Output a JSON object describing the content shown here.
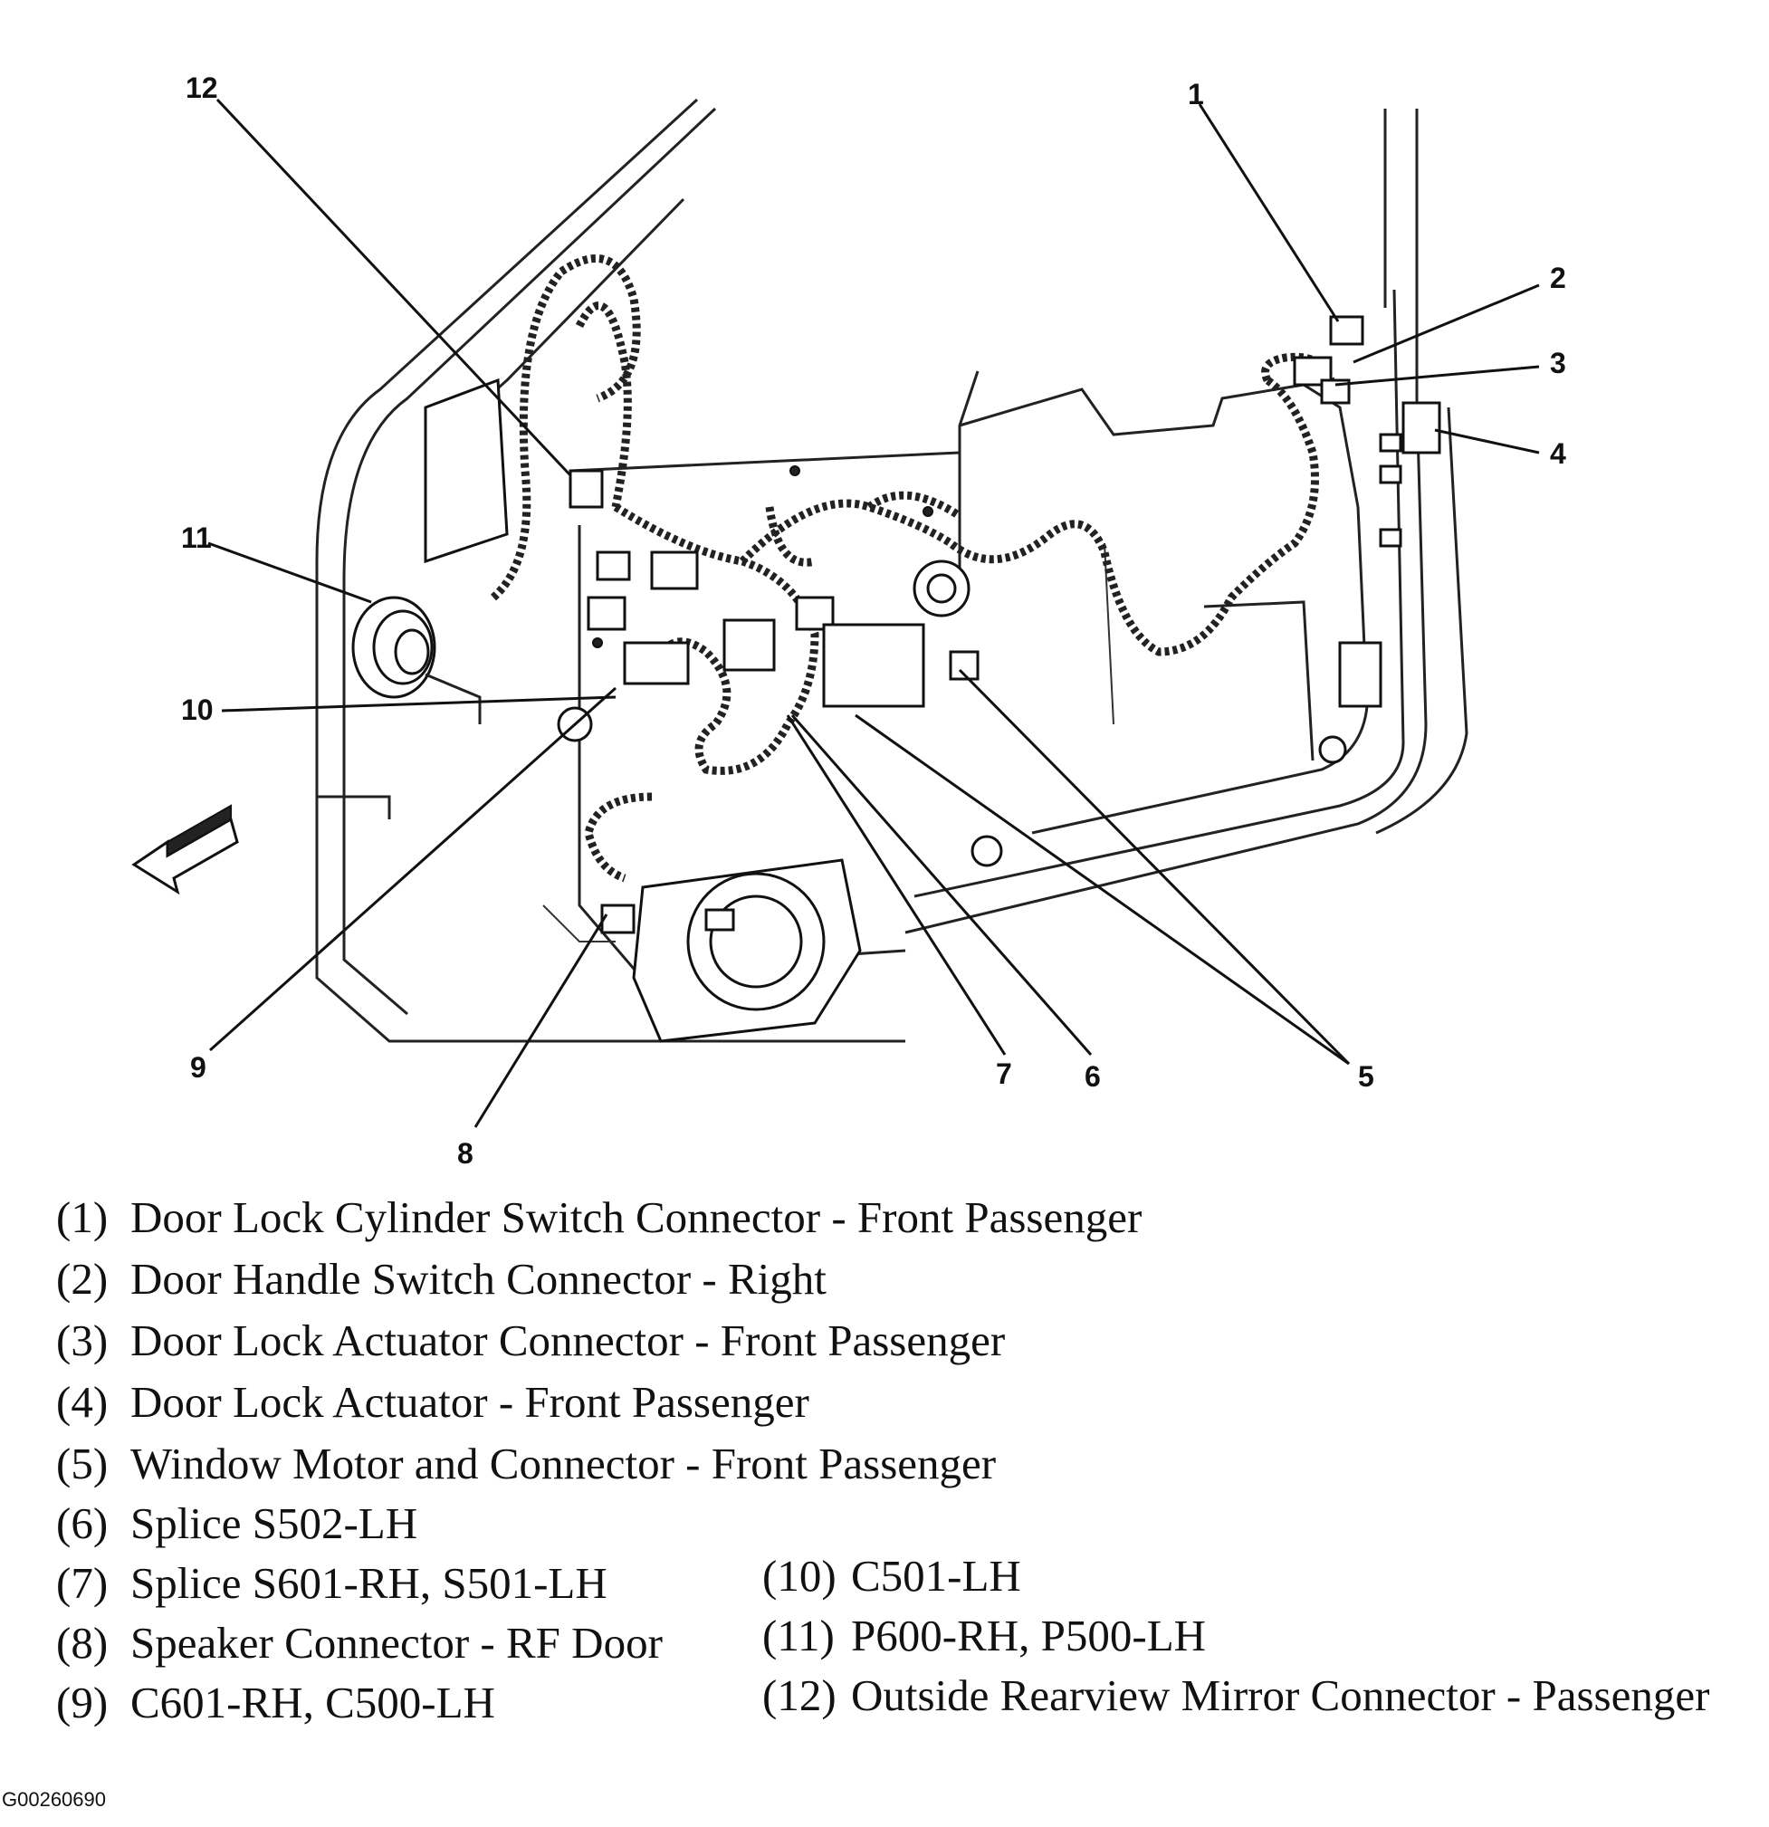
{
  "callouts": [
    "1",
    "2",
    "3",
    "4",
    "5",
    "6",
    "7",
    "8",
    "9",
    "10",
    "11",
    "12"
  ],
  "legend": {
    "left": [
      {
        "num": "(1)",
        "text": "Door Lock Cylinder Switch Connector - Front Passenger"
      },
      {
        "num": "(2)",
        "text": "Door Handle Switch Connector - Right"
      },
      {
        "num": "(3)",
        "text": "Door Lock Actuator Connector - Front Passenger"
      },
      {
        "num": "(4)",
        "text": "Door Lock Actuator - Front Passenger"
      },
      {
        "num": "(5)",
        "text": "Window Motor and Connector - Front Passenger"
      },
      {
        "num": "(6)",
        "text": "Splice S502-LH"
      },
      {
        "num": "(7)",
        "text": "Splice S601-RH, S501-LH"
      },
      {
        "num": "(8)",
        "text": "Speaker Connector - RF Door"
      },
      {
        "num": "(9)",
        "text": "C601-RH, C500-LH"
      }
    ],
    "right": [
      {
        "num": "(10)",
        "text": "C501-LH"
      },
      {
        "num": "(11)",
        "text": "P600-RH, P500-LH"
      },
      {
        "num": "(12)",
        "text": "Outside Rearview Mirror Connector - Passenger"
      }
    ]
  },
  "figure_id": "G00260690"
}
